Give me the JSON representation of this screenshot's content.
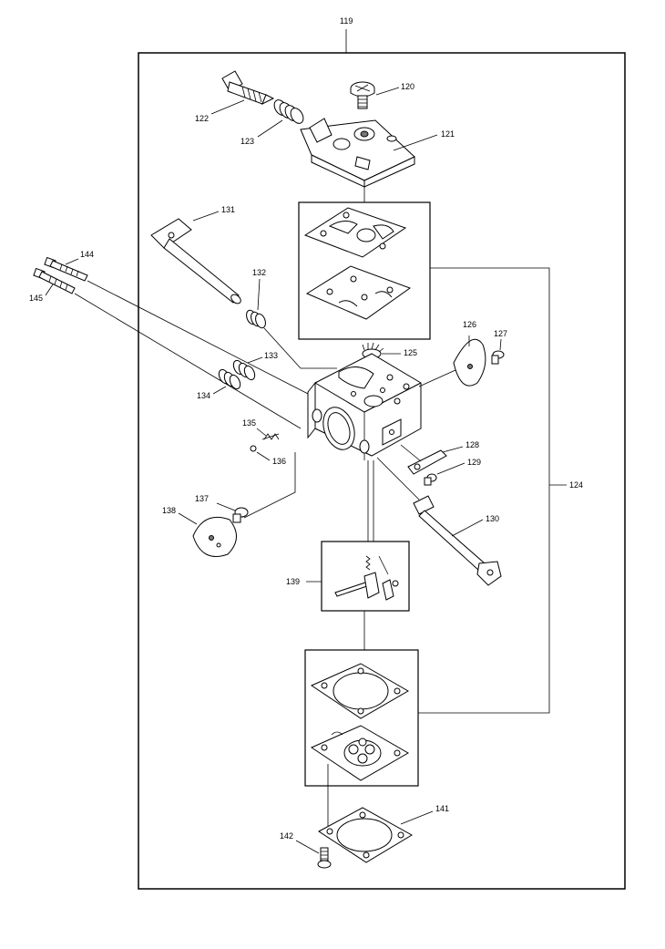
{
  "labels": {
    "p119": "119",
    "p120": "120",
    "p121": "121",
    "p122": "122",
    "p123": "123",
    "p124": "124",
    "p125": "125",
    "p126": "126",
    "p127": "127",
    "p128": "128",
    "p129": "129",
    "p130": "130",
    "p131": "131",
    "p132": "132",
    "p133": "133",
    "p134": "134",
    "p135": "135",
    "p136": "136",
    "p137": "137",
    "p138": "138",
    "p139": "139",
    "p141": "141",
    "p142": "142",
    "p144": "144",
    "p145": "145"
  }
}
